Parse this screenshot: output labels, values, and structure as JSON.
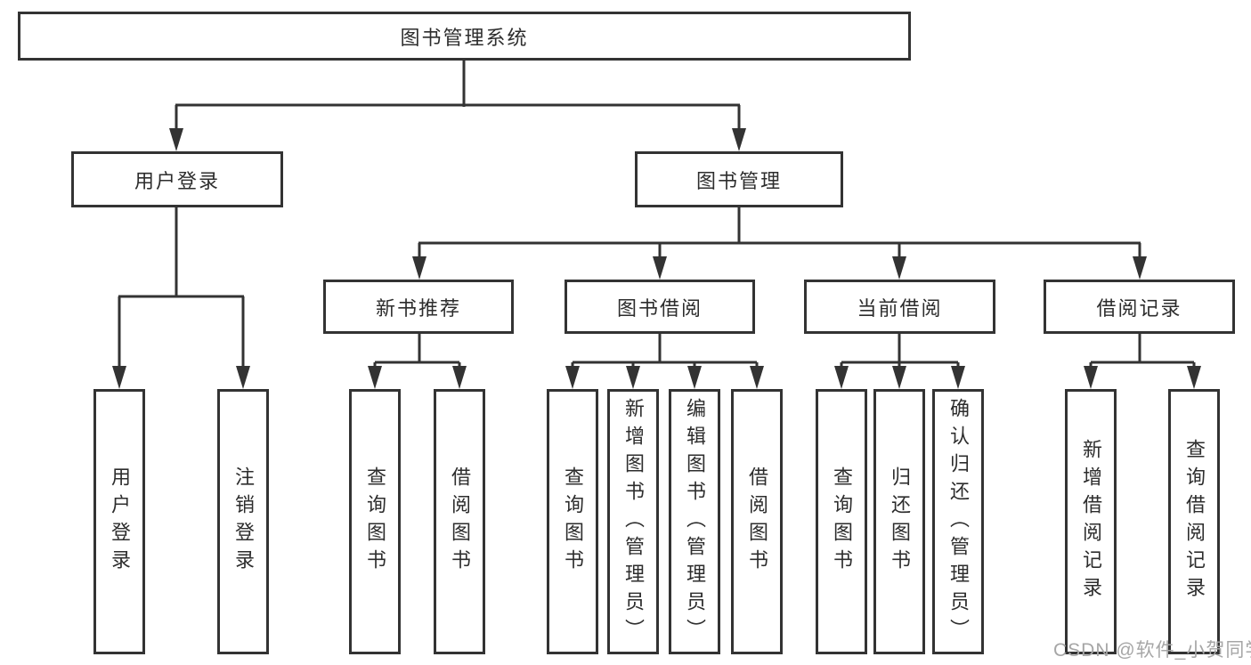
{
  "diagram": {
    "root": {
      "label": "图书管理系统"
    },
    "level2": [
      {
        "label": "用户登录"
      },
      {
        "label": "图书管理"
      }
    ],
    "level3": [
      {
        "label": "新书推荐",
        "parent": "图书管理"
      },
      {
        "label": "图书借阅",
        "parent": "图书管理"
      },
      {
        "label": "当前借阅",
        "parent": "图书管理"
      },
      {
        "label": "借阅记录",
        "parent": "图书管理"
      }
    ],
    "leaves": [
      {
        "label": "用户登录",
        "parent": "用户登录"
      },
      {
        "label": "注销登录",
        "parent": "用户登录"
      },
      {
        "label": "查询图书",
        "parent": "新书推荐"
      },
      {
        "label": "借阅图书",
        "parent": "新书推荐"
      },
      {
        "label": "查询图书",
        "parent": "图书借阅"
      },
      {
        "label": "新增图书（管理员）",
        "parent": "图书借阅"
      },
      {
        "label": "编辑图书（管理员）",
        "parent": "图书借阅"
      },
      {
        "label": "借阅图书",
        "parent": "图书借阅"
      },
      {
        "label": "查询图书",
        "parent": "当前借阅"
      },
      {
        "label": "归还图书",
        "parent": "当前借阅"
      },
      {
        "label": "确认归还（管理员）",
        "parent": "当前借阅"
      },
      {
        "label": "新增借阅记录",
        "parent": "借阅记录"
      },
      {
        "label": "查询借阅记录",
        "parent": "借阅记录"
      }
    ]
  },
  "watermark": {
    "text": "CSDN @软件_小贺同学"
  },
  "colors": {
    "line": "#333333",
    "box_background": "#ffffff",
    "text": "#2d2d2d",
    "watermark": "#a6a6a6"
  }
}
